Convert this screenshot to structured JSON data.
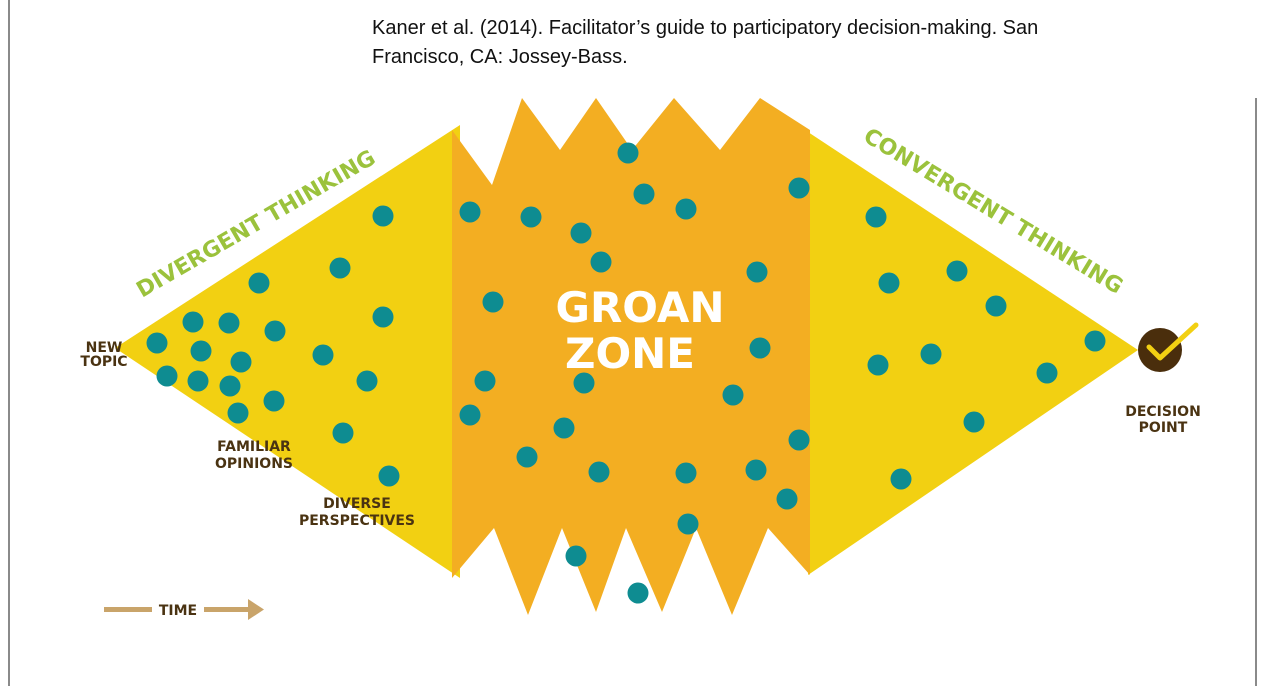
{
  "citation": {
    "line1": "Kaner et al. (2014).  Facilitator’s guide to participatory decision-making. San",
    "line2": "Francisco, CA: Jossey-Bass."
  },
  "diagram": {
    "divergent_label": "DIVERGENT THINKING",
    "convergent_label": "CONVERGENT THINKING",
    "groan_line1": "GROAN",
    "groan_line2": "ZONE",
    "new_topic_line1": "NEW",
    "new_topic_line2": "TOPIC",
    "familiar_line1": "FAMILIAR",
    "familiar_line2": "OPINIONS",
    "diverse_line1": "DIVERSE",
    "diverse_line2": "PERSPECTIVES",
    "decision_line1": "DECISION",
    "decision_line2": "POINT",
    "time_label": "TIME",
    "decision_icon": "checkmark-icon",
    "time_icon": "arrow-right-icon"
  },
  "colors": {
    "yellow": "#f2d012",
    "orange": "#f3ae22",
    "dot": "#0e8c91",
    "green_text": "#9bc23c",
    "brown_text": "#4a3312",
    "white_text": "#ffffff",
    "time_arrow": "#c9a46a",
    "check_circle": "#4a2e0c"
  }
}
